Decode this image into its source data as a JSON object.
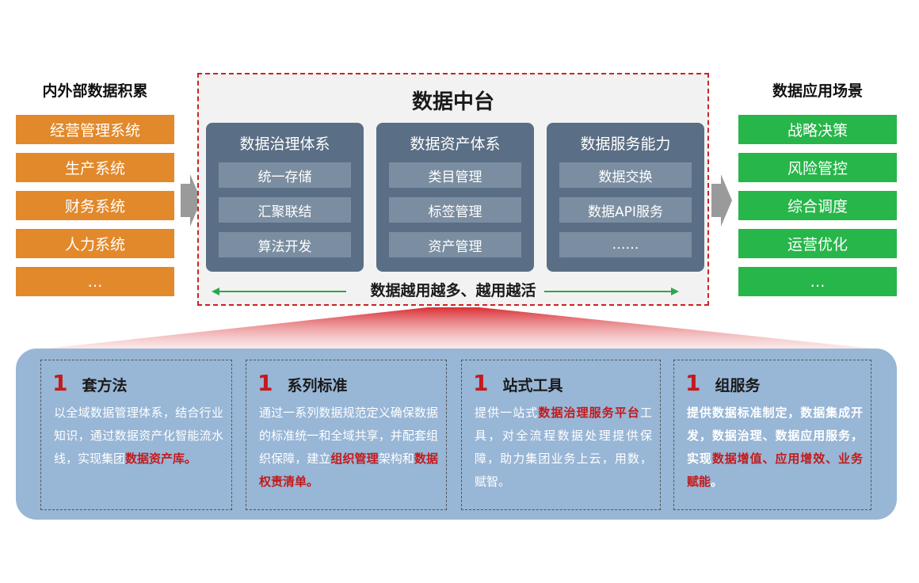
{
  "left": {
    "title": "内外部数据积累",
    "items": [
      "经营管理系统",
      "生产系统",
      "财务系统",
      "人力系统",
      "…"
    ]
  },
  "right": {
    "title": "数据应用场景",
    "items": [
      "战略决策",
      "风险管控",
      "综合调度",
      "运营优化",
      "…"
    ]
  },
  "platform": {
    "title": "数据中台",
    "pillars": [
      {
        "title": "数据治理体系",
        "items": [
          "统一存储",
          "汇聚联结",
          "算法开发"
        ]
      },
      {
        "title": "数据资产体系",
        "items": [
          "类目管理",
          "标签管理",
          "资产管理"
        ]
      },
      {
        "title": "数据服务能力",
        "items": [
          "数据交换",
          "数据API服务",
          "……"
        ]
      }
    ],
    "caption": "数据越用越多、越用越活"
  },
  "cards": [
    {
      "num": "1",
      "title": "套方法",
      "body": [
        {
          "t": "以全域数据管理体系，结合行业知识，通过数据资产化智能流水线，实现集团"
        },
        {
          "t": "数据资产库。",
          "hl": true
        }
      ]
    },
    {
      "num": "1",
      "title": "系列标准",
      "body": [
        {
          "t": "通过一系列数据规范定义确保数据的标准统一和全域共享，并配套组织保障，建立"
        },
        {
          "t": "组织管理",
          "hl": true
        },
        {
          "t": "架构和"
        },
        {
          "t": "数据权责清单。",
          "hl": true
        }
      ]
    },
    {
      "num": "1",
      "title": "站式工具",
      "body": [
        {
          "t": "提供一站式"
        },
        {
          "t": "数据治理服务平台",
          "hl": true
        },
        {
          "t": "工具，对全流程数据处理提供保障，助力集团业务上云，用数，赋智。"
        }
      ]
    },
    {
      "num": "1",
      "title": "组服务",
      "body": [
        {
          "t": "提供数据标准制定，数据集成开发，数据治理、数据应用服务，",
          "b": true
        },
        {
          "t": "实现",
          "b": true
        },
        {
          "t": "数据增值、应用增效、业务赋能",
          "hl": true
        },
        {
          "t": "。",
          "b": true
        }
      ]
    }
  ],
  "colors": {
    "source": "#e2892b",
    "application": "#27b64a",
    "pillar": "#5a6f85",
    "pillar_item": "#7b8ea1",
    "highlight": "#c41a1a",
    "panel": "#98b6d6",
    "border": "#cc2222"
  }
}
